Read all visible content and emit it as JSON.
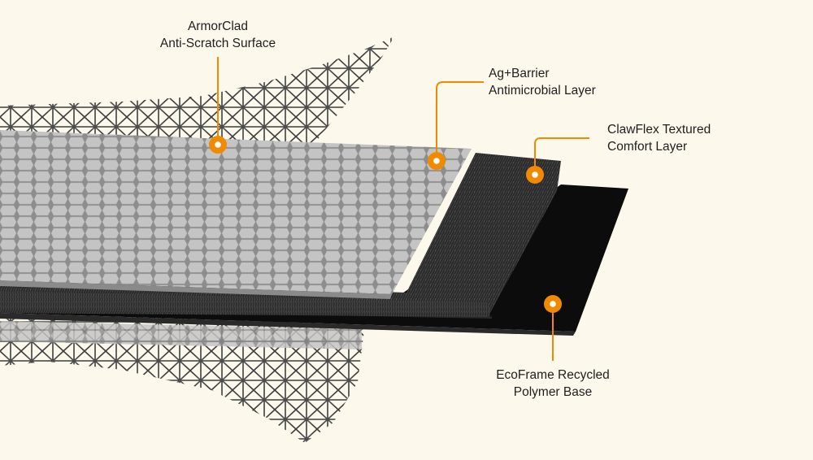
{
  "colors": {
    "background": "#fdf8ec",
    "accent": "#f08a00",
    "mesh": "#3e3e3e",
    "hex_layer": "#a3a3a3",
    "fiber_layer": "#2b2b2b",
    "base_layer": "#0c0c0c"
  },
  "labels": {
    "armorclad": {
      "line1": "ArmorClad",
      "line2": "Anti-Scratch Surface"
    },
    "agbarrier": {
      "line1": "Ag+Barrier",
      "line2": "Antimicrobial Layer"
    },
    "clawflex": {
      "line1": "ClawFlex Textured",
      "line2": "Comfort Layer"
    },
    "ecoframe": {
      "line1": "EcoFrame Recycled",
      "line2": "Polymer Base"
    }
  }
}
